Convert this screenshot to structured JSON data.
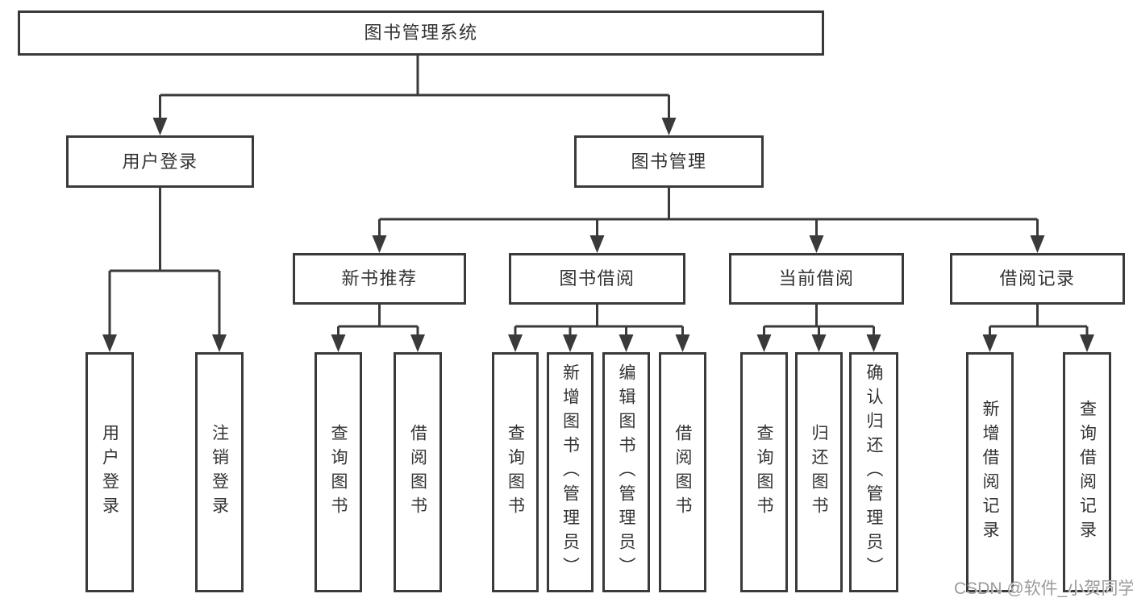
{
  "nodes": {
    "root": "图书管理系统",
    "branches": [
      {
        "label": "用户登录",
        "children": [
          "用户登录",
          "注销登录"
        ]
      },
      {
        "label": "图书管理",
        "sections": [
          {
            "label": "新书推荐",
            "children": [
              "查询图书",
              "借阅图书"
            ]
          },
          {
            "label": "图书借阅",
            "children": [
              "查询图书",
              "新增图书（管理员）",
              "编辑图书（管理员）",
              "借阅图书"
            ]
          },
          {
            "label": "当前借阅",
            "children": [
              "查询图书",
              "归还图书",
              "确认归还（管理员）"
            ]
          },
          {
            "label": "借阅记录",
            "children": [
              "新增借阅记录",
              "查询借阅记录"
            ]
          }
        ]
      }
    ]
  },
  "watermark": "CSDN @软件_小贺同学",
  "colors": {
    "line": "#3a3a3a",
    "text": "#333333",
    "watermark": "#9b9b9b",
    "background": "#ffffff"
  }
}
